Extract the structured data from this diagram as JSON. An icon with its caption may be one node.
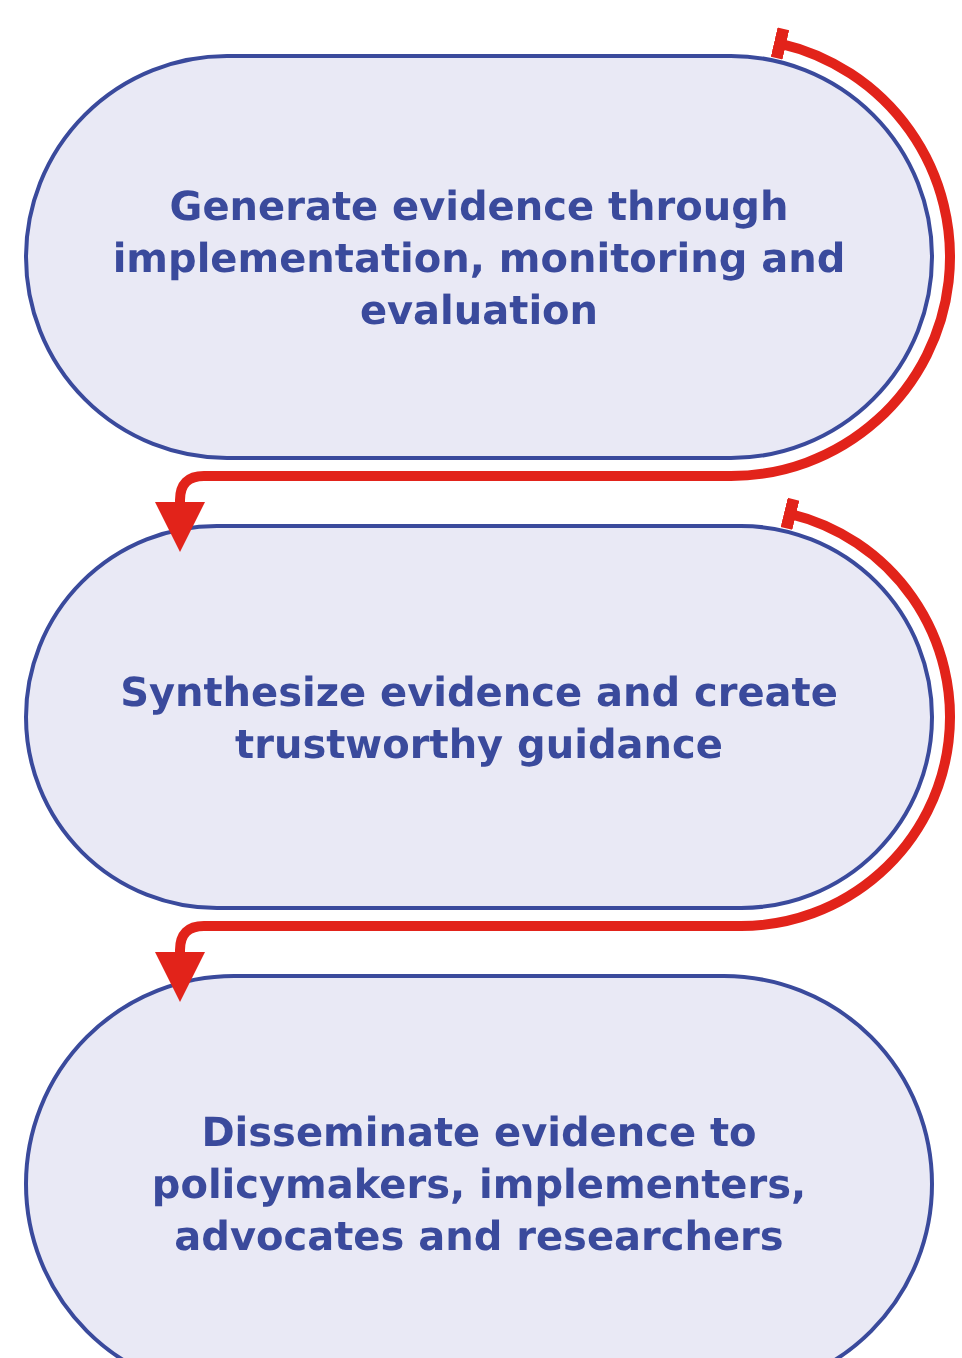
{
  "diagram": {
    "nodes": [
      {
        "text": [
          "Generate evidence through implementation, monitoring and evaluation"
        ]
      },
      {
        "text": [
          "Synthesize evidence and create trustworthy guidance"
        ]
      },
      {
        "text": [
          "Disseminate evidence to policymakers, implementers, advocates and researchers"
        ]
      }
    ],
    "edges": [
      {
        "from": 0,
        "to": 1,
        "arrow": "to"
      },
      {
        "from": 1,
        "to": 2,
        "arrow": "to"
      }
    ]
  }
}
